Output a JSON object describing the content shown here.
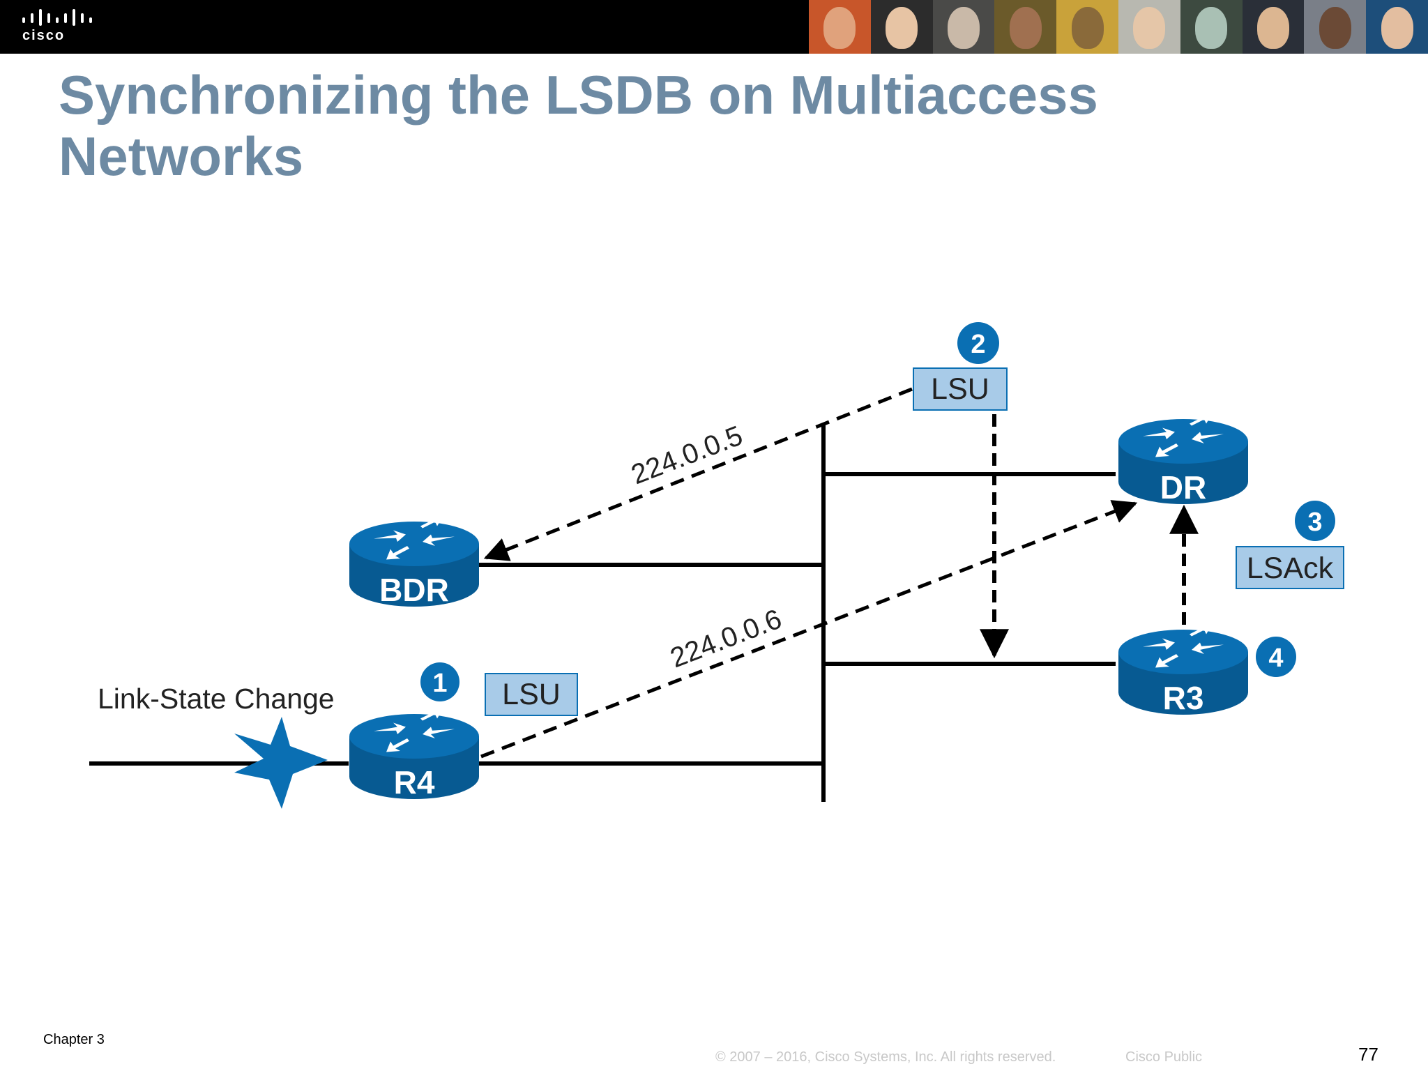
{
  "header": {
    "logo_text": "cisco",
    "photos": [
      {
        "name": "photo-1",
        "bg": "#c8562a",
        "face": "#e0a27c"
      },
      {
        "name": "photo-2",
        "bg": "#2c2c2c",
        "face": "#e7c4a4"
      },
      {
        "name": "photo-3",
        "bg": "#4a4a48",
        "face": "#c9b9a8"
      },
      {
        "name": "photo-4",
        "bg": "#6b5a2a",
        "face": "#a07050"
      },
      {
        "name": "photo-5",
        "bg": "#c9a23a",
        "face": "#8a6a3a"
      },
      {
        "name": "photo-6",
        "bg": "#b8b8b0",
        "face": "#e5c6a8"
      },
      {
        "name": "photo-7",
        "bg": "#3d4a40",
        "face": "#a9c0b4"
      },
      {
        "name": "photo-8",
        "bg": "#2a2f38",
        "face": "#dcb691"
      },
      {
        "name": "photo-9",
        "bg": "#7a7f88",
        "face": "#6b4a36"
      },
      {
        "name": "photo-10",
        "bg": "#1d4e7a",
        "face": "#e3bea0"
      }
    ]
  },
  "slide": {
    "title_line1": "Synchronizing the LSDB on Multiaccess",
    "title_line2": "Networks"
  },
  "diagram": {
    "routers": {
      "bdr": "BDR",
      "r4": "R4",
      "dr": "DR",
      "r3": "R3"
    },
    "packets": {
      "lsu_step1": "LSU",
      "lsu_step2": "LSU",
      "lsack": "LSAck"
    },
    "steps": {
      "s1": "1",
      "s2": "2",
      "s3": "3",
      "s4": "4"
    },
    "addresses": {
      "all_spf_routers": "224.0.0.5",
      "all_dr_routers": "224.0.0.6"
    },
    "event_label": "Link-State Change",
    "colors": {
      "router_blue": "#0a6fb3",
      "router_dark": "#075a92",
      "packet_fill": "#a8cbe8",
      "step_badge": "#0a6fb3"
    }
  },
  "footer": {
    "chapter": "Chapter 3",
    "copyright": "© 2007 – 2016, Cisco Systems, Inc. All rights reserved.",
    "classification": "Cisco Public",
    "page_number": "77"
  }
}
